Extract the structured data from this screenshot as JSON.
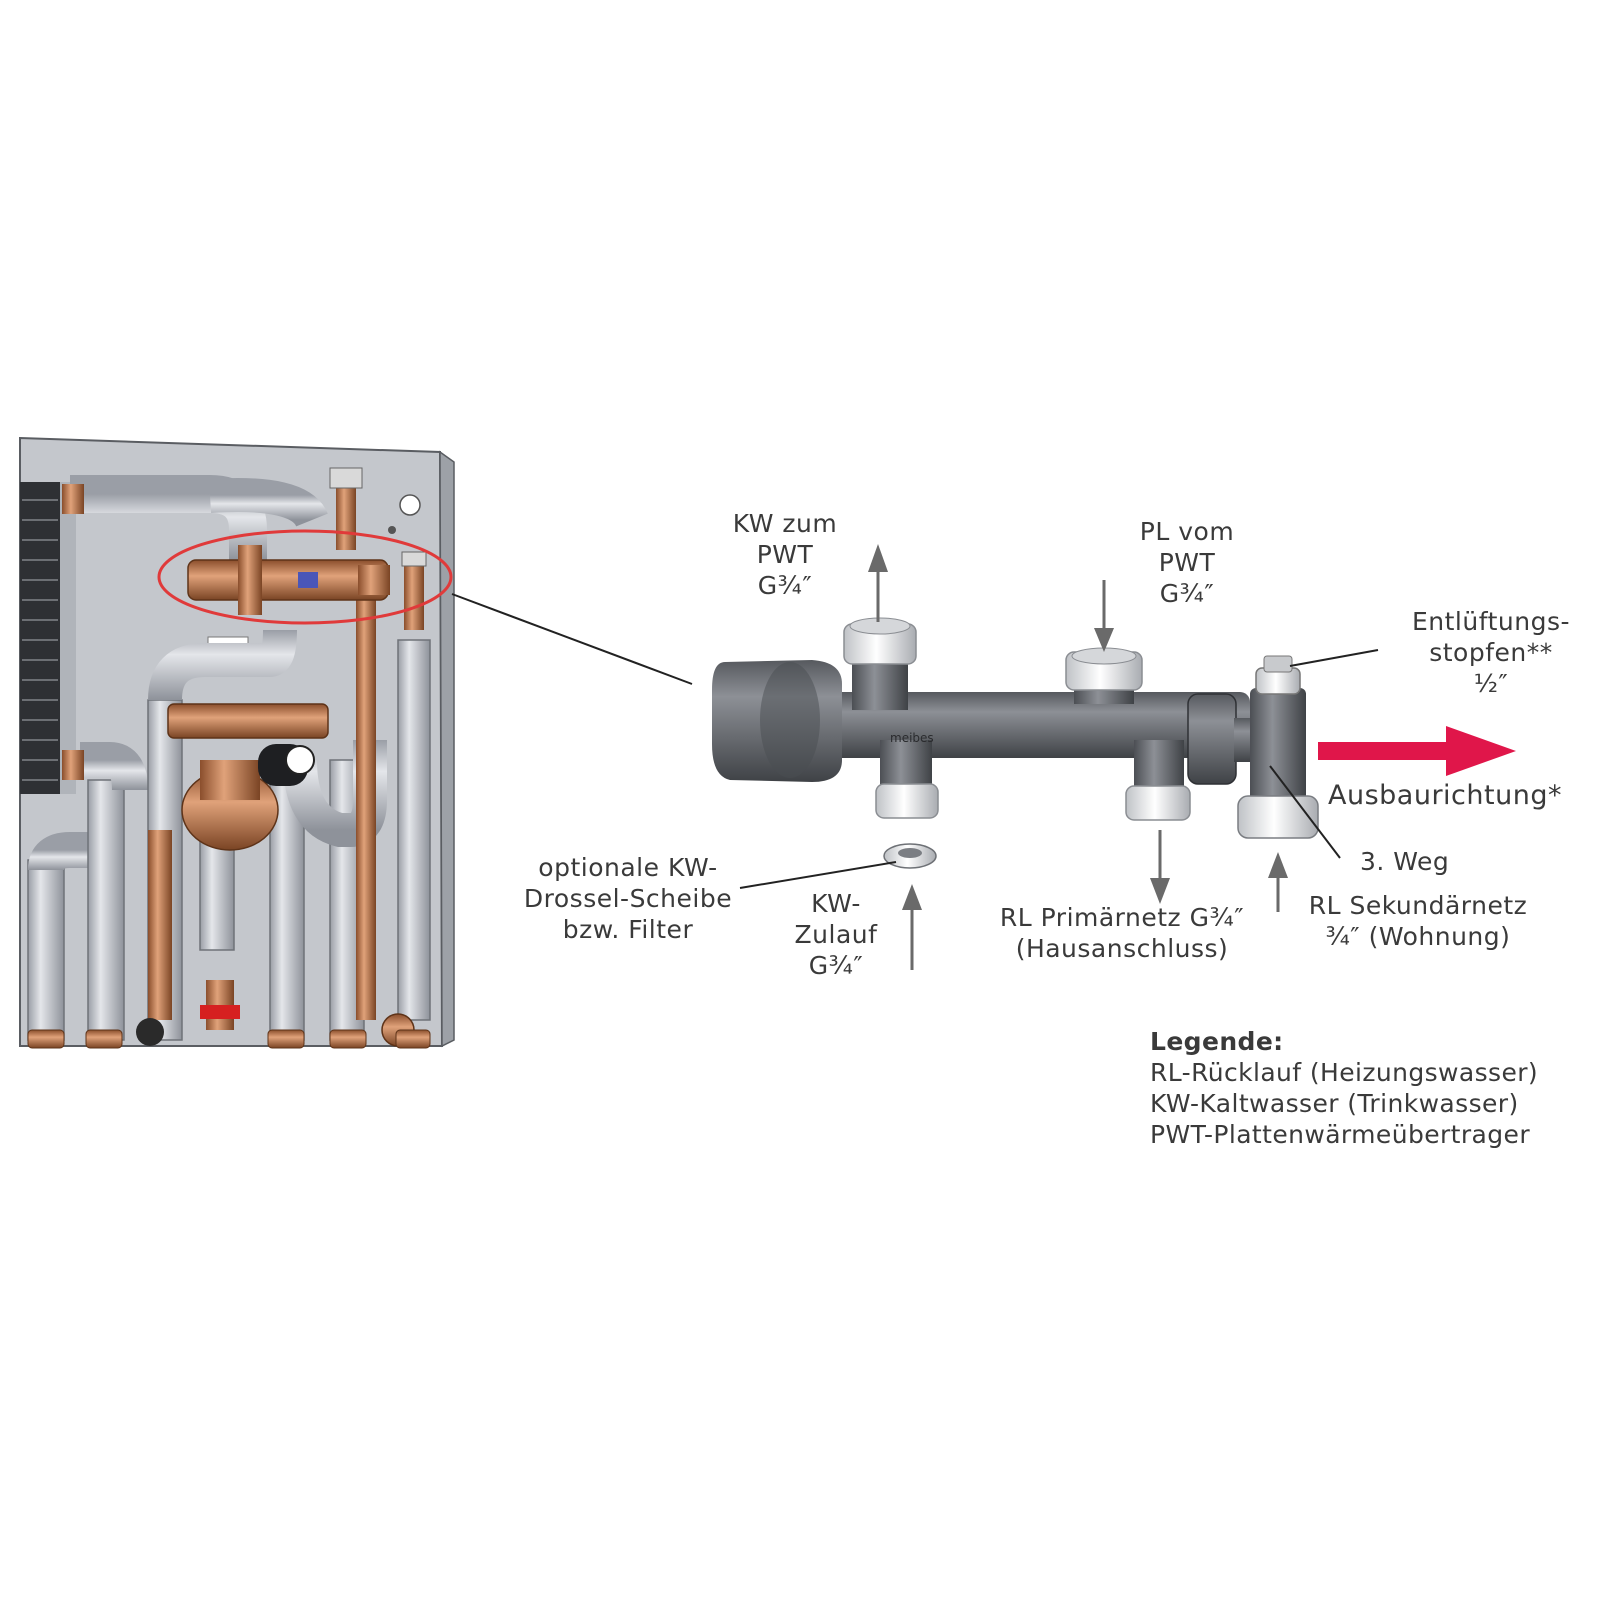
{
  "labels": {
    "kw_zum_pwt": [
      "KW zum",
      "PWT",
      "G¾″"
    ],
    "pl_vom_pwt": [
      "PL vom",
      "PWT",
      "G¾″"
    ],
    "entlueftung": [
      "Entlüftungs-",
      "stopfen**",
      "½″"
    ],
    "ausbaurichtung": "Ausbaurichtung*",
    "dritter_weg": "3. Weg",
    "optionale": [
      "optionale KW-",
      "Drossel-Scheibe",
      "bzw. Filter"
    ],
    "kw_zulauf": [
      "KW-",
      "Zulauf",
      "G¾″"
    ],
    "rl_primaer": [
      "RL Primärnetz G¾″",
      "(Hausanschluss)"
    ],
    "rl_sekundaer": [
      "RL Sekundärnetz",
      "¾″ (Wohnung)"
    ]
  },
  "legend": {
    "title": "Legende:",
    "items": [
      "RL-Rücklauf (Heizungswasser)",
      "KW-Kaltwasser (Trinkwasser)",
      "PWT-Plattenwärmeübertrager"
    ]
  },
  "body_marking": "meibes",
  "colors": {
    "highlight": "#e03a3a",
    "direction_arrow": "#e0164a",
    "pipe": "#b8bcc4",
    "brass": "#b8724a",
    "panel": "#c4c7cc",
    "fitting": "#6a6d73",
    "text": "#3a3a3a"
  }
}
